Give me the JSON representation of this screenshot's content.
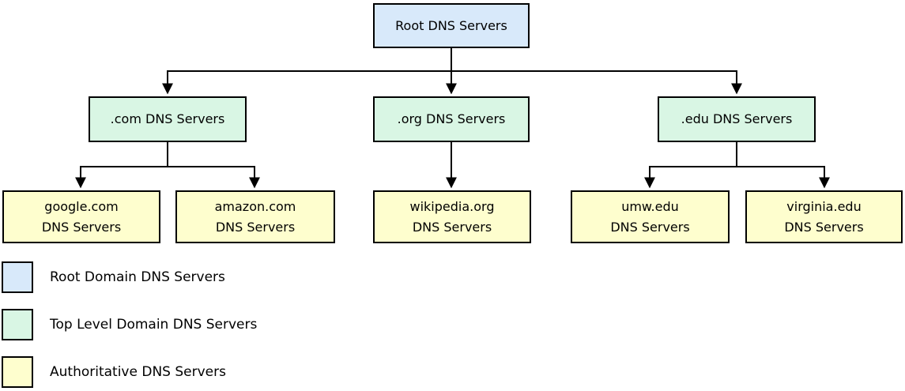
{
  "diagram": {
    "title_hint": "DNS server hierarchy",
    "nodes": {
      "root": {
        "label": "Root DNS Servers"
      },
      "com": {
        "label": ".com DNS Servers"
      },
      "org": {
        "label": ".org DNS Servers"
      },
      "edu": {
        "label": ".edu DNS Servers"
      },
      "google": {
        "line1": "google.com",
        "line2": "DNS Servers"
      },
      "amazon": {
        "line1": "amazon.com",
        "line2": "DNS Servers"
      },
      "wikipedia": {
        "line1": "wikipedia.org",
        "line2": "DNS Servers"
      },
      "umw": {
        "line1": "umw.edu",
        "line2": "DNS Servers"
      },
      "virginia": {
        "line1": "virginia.edu",
        "line2": "DNS Servers"
      }
    },
    "colors": {
      "root_fill": "#D8E9FA",
      "tld_fill": "#D9F6E4",
      "authoritative_fill": "#FEFECE",
      "border": "#000000",
      "connector": "#000000"
    }
  },
  "legend": {
    "items": [
      {
        "swatch_color": "#D8E9FA",
        "label": "Root Domain DNS Servers"
      },
      {
        "swatch_color": "#D9F6E4",
        "label": "Top Level Domain DNS Servers"
      },
      {
        "swatch_color": "#FEFECE",
        "label": "Authoritative DNS Servers"
      }
    ]
  }
}
